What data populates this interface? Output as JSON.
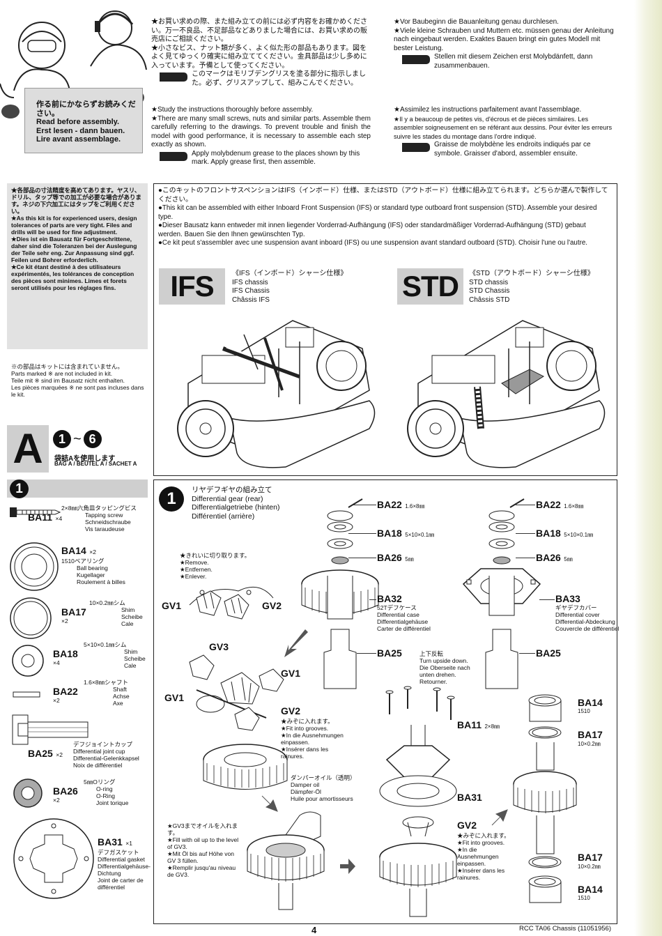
{
  "top_jp_notes": {
    "p1": "★お買い求めの際、また組み立ての前には必ず内容をお確かめください。万一不良品、不足部品などありました場合には、お買い求めの販売店にご相談ください。",
    "p2": "★小さなビス、ナット類が多く、よく似た形の部品もあります。図をよく見てゆっくり確実に組み立ててください。金具部品は少し多めに入っています。予備として使ってください。",
    "p3": "このマークはモリブデングリスを塗る部分に指示しました。必ず、グリスアップして、組みこんでください。"
  },
  "top_en_notes": {
    "p1": "★Study the instructions thoroughly before assembly.",
    "p2": "★There are many small screws, nuts and similar parts. Assemble them carefully referring to the drawings. To prevent trouble and finish the model with good performance, it is necessary to assemble each step exactly as shown.",
    "p3": "Apply molybdenum grease to the places shown by this mark. Apply grease first, then assemble."
  },
  "top_de_notes": {
    "p1": "★Vor Baubeginn die Bauanleitung genau durchlesen.",
    "p2": "★Viele kleine Schrauben und Muttern etc. müssen genau der Anleitung nach eingebaut werden. Exaktes Bauen bringt ein gutes Modell mit bester Leistung.",
    "p3": "Stellen mit diesem Zeichen erst Molybdänfett, dann zusammenbauen."
  },
  "top_fr_notes": {
    "p1": "★Assimilez les instructions parfaitement avant l'assemblage.",
    "p2": "★Il y a beaucoup de petites vis, d'écrous et de pièces similaires. Les assembler soigneusement en se référant aux dessins. Pour éviter les erreurs suivre les stades du montage dans l'ordre indiqué.",
    "p3": "Graisse de molybdène les endroits indiqués par ce symbole. Graisser d'abord, assembler ensuite."
  },
  "sign": {
    "jp": "作る前にかならずお読みください。",
    "en": "Read before assembly.",
    "de": "Erst lesen - dann bauen.",
    "fr": "Lire avant assemblage."
  },
  "experienced_note": "★各部品の寸法精度を高めてあります。ヤスリ、ドリル、タップ等での加工が必要な場合があります。ネジの下穴加工にはタップをご利用ください。\n★As this kit is for experienced users, design tolerances of parts are very tight. Files and drills will be used for fine adjustment.\n★Dies ist ein Bausatz für Fortgeschrittene, daher sind die Toleranzen bei der Auslegung der Teile sehr eng. Zur Anpassung sind ggf. Feilen und Bohrer erforderlich.\n★Ce kit étant destiné à des utilisateurs expérimentés, les tolérances de conception des pièces sont minimes. Limes et forets seront utilisés pour les réglages fins.",
  "not_included_note": "※の部品はキットには含まれていません。\nParts marked ※ are not included in kit.\nTeile mit ※ sind im Bausatz nicht enthalten.\nLes pièces marquées ※ ne sont pas incluses dans le kit.",
  "suspension_intro": "●このキットのフロントサスペンションはIFS（インボード）仕様、またはSTD（アウトボード）仕様に組み立てられます。どちらか選んで製作してください。\n●This kit can be assembled with either Inboard Front Suspension (IFS) or standard type outboard front suspension (STD). Assemble your desired type.\n●Dieser Bausatz kann entweder mit innen liegender Vorderrad-Aufhängung (IFS) oder standardmäßiger Vorderrad-Aufhängung (STD) gebaut werden. Bauen Sie den Ihnen gewünschten Typ.\n●Ce kit peut s'assembler avec une suspension avant inboard (IFS) ou une suspension avant standard outboard (STD). Choisir l'une ou l'autre.",
  "ifs": {
    "badge": "IFS",
    "jp": "《IFS（インボード）シャーシ仕様》",
    "en": "IFS chassis",
    "de": "IFS Chassis",
    "fr": "Châssis IFS"
  },
  "std": {
    "badge": "STD",
    "jp": "《STD（アウトボード）シャーシ仕様》",
    "en": "STD chassis",
    "de": "STD Chassis",
    "fr": "Châssis STD"
  },
  "bag": {
    "letter": "A",
    "range_start": "1",
    "range_sep": "~",
    "range_end": "6",
    "jp": "袋詰Aを使用します",
    "langs": "BAG A / BEUTEL A / SACHET A"
  },
  "parts_step_number": "1",
  "parts": [
    {
      "code": "BA11",
      "qty": "×4",
      "jp": "2×8㎜六角皿タッピングビス",
      "en": "Tapping screw",
      "de": "Schneidschraube",
      "fr": "Vis taraudeuse"
    },
    {
      "code": "BA14",
      "qty": "×2",
      "jp": "1510ベアリング",
      "en": "Ball bearing",
      "de": "Kugellager",
      "fr": "Roulement à billes"
    },
    {
      "code": "BA17",
      "qty": "×2",
      "jp": "10×0.2㎜シム",
      "en": "Shim",
      "de": "Scheibe",
      "fr": "Cale"
    },
    {
      "code": "BA18",
      "qty": "×4",
      "jp": "5×10×0.1㎜シム",
      "en": "Shim",
      "de": "Scheibe",
      "fr": "Cale"
    },
    {
      "code": "BA22",
      "qty": "×2",
      "jp": "1.6×8㎜シャフト",
      "en": "Shaft",
      "de": "Achse",
      "fr": "Axe"
    },
    {
      "code": "BA25",
      "qty": "×2",
      "jp": "デフジョイントカップ",
      "en": "Differential joint cup",
      "de": "Differential-Gelenkkapsel",
      "fr": "Noix de différentiel"
    },
    {
      "code": "BA26",
      "qty": "×2",
      "jp": "5㎜Oリング",
      "en": "O-ring",
      "de": "O-Ring",
      "fr": "Joint torique"
    },
    {
      "code": "BA31",
      "qty": "×1",
      "jp": "デフガスケット",
      "en": "Differential gasket",
      "de": "Differentialgehäuse-Dichtung",
      "fr": "Joint de carter de différentiel"
    }
  ],
  "step1": {
    "number": "1",
    "jp": "リヤデフギヤの組み立て",
    "en": "Differential gear (rear)",
    "de": "Differentialgetriebe (hinten)",
    "fr": "Différentiel (arrière)"
  },
  "remove_note": "★きれいに切り取ります。\n★Remove.\n★Entfernen.\n★Enlever.",
  "labels": {
    "gv1": "GV1",
    "gv2": "GV2",
    "gv3": "GV3",
    "ba22": "BA22",
    "ba22_size": "1.6×8㎜",
    "ba18": "BA18",
    "ba18_size": "5×10×0.1㎜",
    "ba26": "BA26",
    "ba26_size": "5㎜",
    "ba32": "BA32",
    "ba32_desc": "52Tデフケース\nDifferential case\nDifferentialgehäuse\nCarter de différentiel",
    "ba33": "BA33",
    "ba33_desc": "ギヤデフカバー\nDifferential cover\nDifferential-Abdeckung\nCouvercle de différentiel",
    "ba25": "BA25",
    "ba11": "BA11",
    "ba11_size": "2×8㎜",
    "ba14": "BA14",
    "ba14_size": "1510",
    "ba17": "BA17",
    "ba17_size": "10×0.2㎜",
    "ba31": "BA31"
  },
  "upside_note": "上下反転\nTurn upside down.\nDie Oberseite nach unten drehen.\nRetourner.",
  "grooves_note": "★みぞに入れます。\n★Fit into grooves.\n★In die Ausnehmungen einpassen.\n★Insérer dans les rainures.",
  "damper_oil": "ダンパーオイル（透明）\nDamper oil\nDämpfer-Öl\nHuile pour amortisseurs",
  "fill_note": "★GV3までオイルを入れます。\n★Fill with oil up to the level of GV3.\n★Mit Öl bis auf Höhe von GV 3 füllen.\n★Remplir jusqu'au niveau de GV3.",
  "footer": {
    "page": "4",
    "title": "RCC TA06 Chassis (11051956)"
  }
}
